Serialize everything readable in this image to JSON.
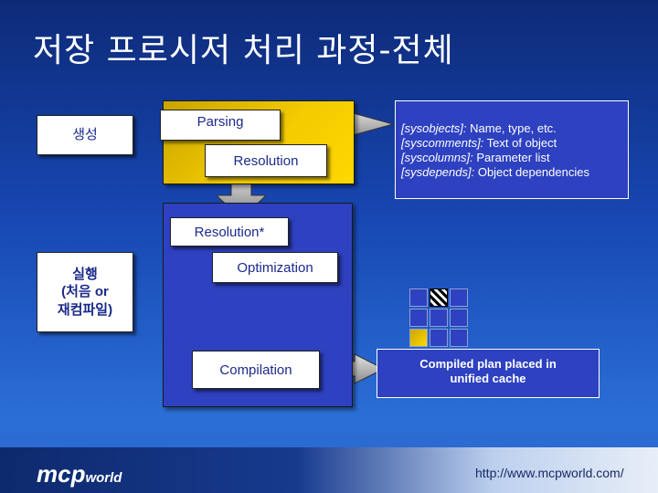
{
  "slide": {
    "title": "저장 프로시저 처리 과정-전체"
  },
  "labels": {
    "create": "생성",
    "execute_line1": "실행",
    "execute_line2": "(처음 or",
    "execute_line3": "재컴파일)"
  },
  "stages": {
    "parsing": "Parsing",
    "resolution": "Resolution",
    "resolution_star": "Resolution*",
    "optimization": "Optimization",
    "compilation": "Compilation"
  },
  "system_tables": [
    {
      "table": "[sysobjects]:",
      "desc": " Name, type, etc."
    },
    {
      "table": "[syscomments]:",
      "desc": " Text of object"
    },
    {
      "table": "[syscolumns]:",
      "desc": " Parameter list"
    },
    {
      "table": "[sysdepends]:",
      "desc": " Object dependencies"
    }
  ],
  "cache": {
    "line1": "Compiled plan placed in",
    "line2": "unified cache"
  },
  "footer": {
    "logo_main": "mcp",
    "logo_sub": "world",
    "url": "http://www.mcpworld.com/"
  },
  "colors": {
    "background": "#1848b4",
    "panel_blue": "#2e41c0",
    "panel_yellow": "#ffd800",
    "text_blue": "#1b2a8a",
    "arrow_gray": "#9a9a9a"
  }
}
